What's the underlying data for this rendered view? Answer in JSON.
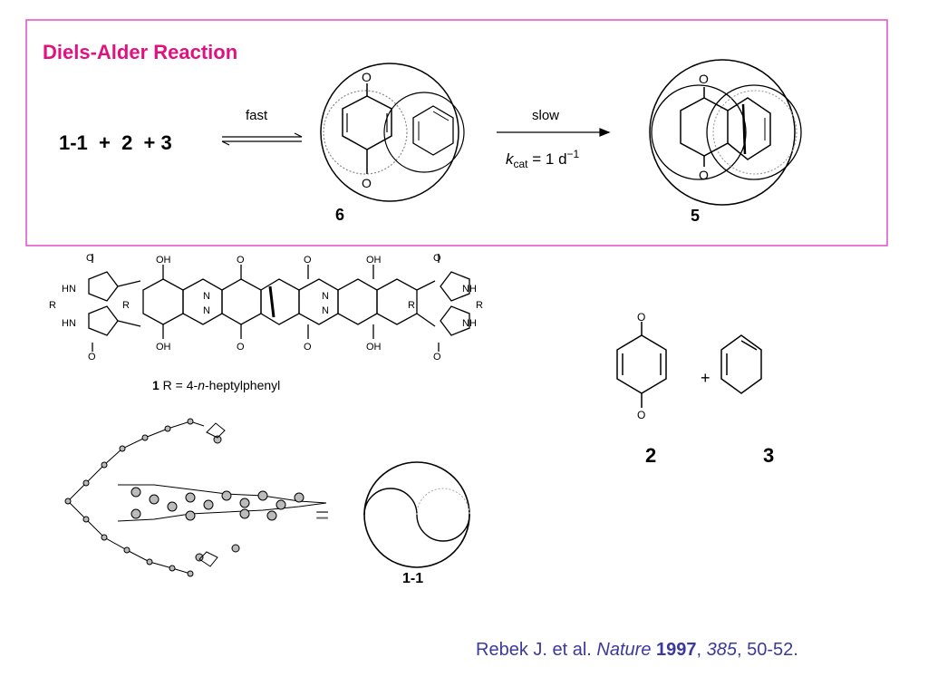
{
  "title": "Diels-Alder Reaction",
  "colors": {
    "title": "#e0127f",
    "box_border": "#e04fc8",
    "citation": "#3b3a9b"
  },
  "equation": {
    "reactants": "1-1  +  2  + 3",
    "arrow1_label": "fast",
    "arrow2_label": "slow",
    "k_symbol": "k",
    "k_subscript": "cat",
    "k_value": " = 1 d",
    "k_exponent": "−1",
    "complex_label": "6",
    "product_label": "5"
  },
  "structure1": {
    "caption_bold": "1",
    "caption_rest": " R = 4-",
    "caption_italic": "n",
    "caption_end": "-heptylphenyl",
    "atoms": {
      "oh": "OH",
      "o": "O",
      "n": "N",
      "nh": "NH",
      "hn": "HN",
      "r": "R"
    }
  },
  "model": {
    "equals": "=",
    "label": "1-1"
  },
  "reactants_panel": {
    "plus": "+",
    "label2": "2",
    "label3": "3",
    "o": "O"
  },
  "citation": {
    "authors": "Rebek J. et al. ",
    "journal": "Nature",
    "year": "1997",
    "sep1": ", ",
    "volume": "385",
    "pages": ", 50-52."
  }
}
